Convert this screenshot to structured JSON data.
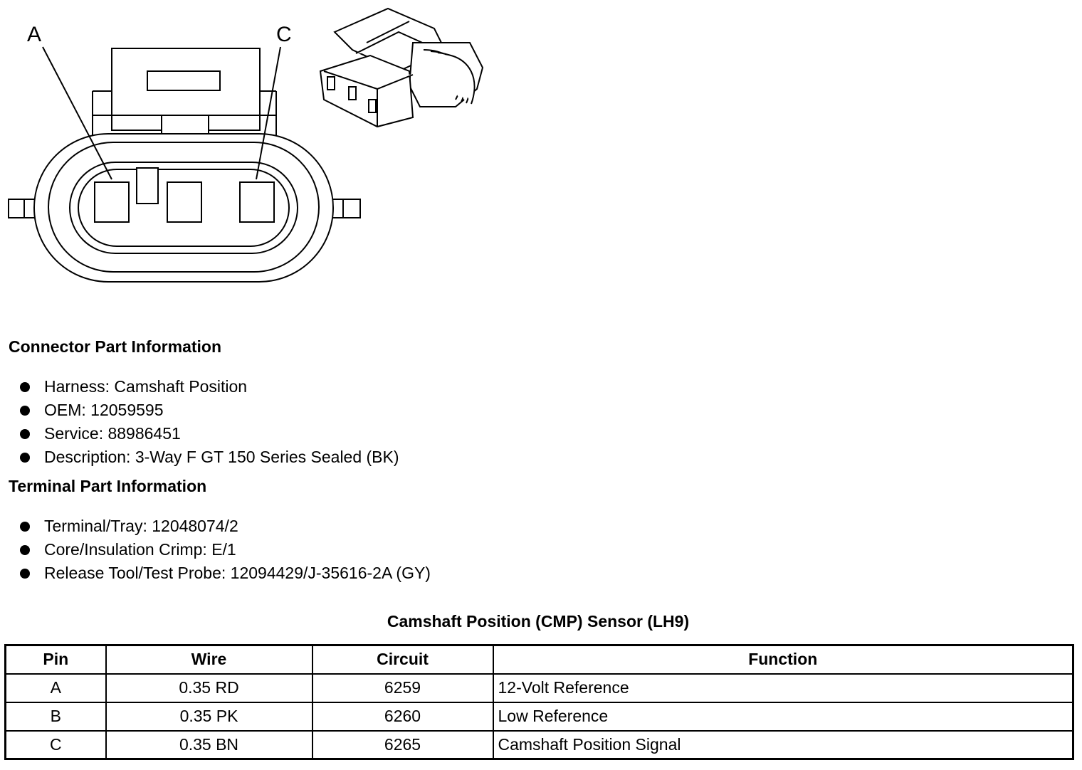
{
  "diagram": {
    "labels": [
      "A",
      "C"
    ]
  },
  "connector_info": {
    "heading": "Connector Part Information",
    "items": [
      "Harness: Camshaft Position",
      "OEM: 12059595",
      "Service: 88986451",
      "Description: 3-Way F GT 150 Series Sealed (BK)"
    ]
  },
  "terminal_info": {
    "heading": "Terminal Part Information",
    "items": [
      "Terminal/Tray: 12048074/2",
      "Core/Insulation Crimp: E/1",
      "Release Tool/Test Probe: 12094429/J-35616-2A (GY)"
    ]
  },
  "table": {
    "title": "Camshaft Position (CMP) Sensor (LH9)",
    "headers": [
      "Pin",
      "Wire",
      "Circuit",
      "Function"
    ],
    "rows": [
      [
        "A",
        "0.35 RD",
        "6259",
        "12-Volt Reference"
      ],
      [
        "B",
        "0.35 PK",
        "6260",
        "Low Reference"
      ],
      [
        "C",
        "0.35 BN",
        "6265",
        "Camshaft Position Signal"
      ]
    ]
  }
}
